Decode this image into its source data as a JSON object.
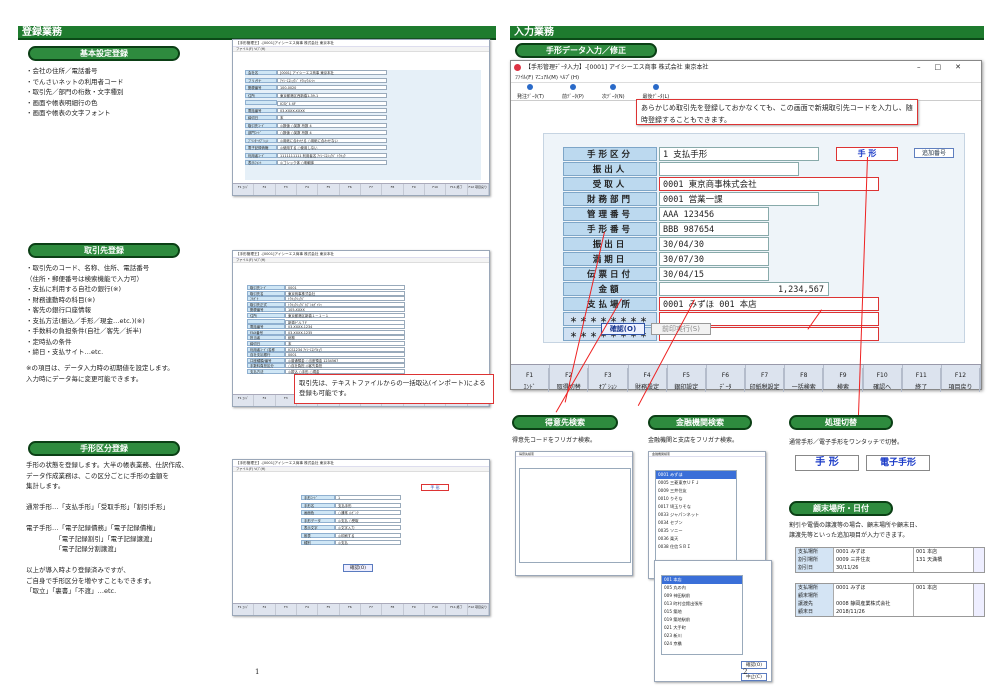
{
  "left": {
    "section_title": "登録業務",
    "kihon": {
      "pill": "基本設定登録",
      "bullets": [
        "・会社の住所／電話番号",
        "・でんさいネットの利用者コード",
        "・取引先／部門の桁数・文字種別",
        "・画面や帳表明細行の色",
        "・画面や帳表の文字フォント"
      ],
      "window_title": "【手形管理王】-[0001]アイシーエス商事  株式会社  東京本社",
      "menu": "ファイル(F)  ﾍﾙﾌﾟ(H)",
      "fields": [
        "会社名",
        "フリガナ",
        "郵便番号",
        "住所",
        "",
        "電話番号",
        "締切日",
        "取引先ｺｰﾄﾞ",
        "部門ｺｰﾄﾞ",
        "ﾌﾟﾘﾝﾀｰｵﾌﾟｼｮﾝ",
        "電子記録債権",
        "利用者ｺｰﾄﾞ",
        "表示ﾌｫﾝﾄ"
      ],
      "values": [
        "[0001] アイシーエス商事  東京本社",
        "ｱｲｼｰｴｽｼｮｳｼﾞ ﾄｳｷｮｳﾎﾝｼｬ",
        "100-0020",
        "東京都港区西新橋1-39-1",
        "ICSﾋﾞﾙ 4F",
        "03-XXXX-XXXX",
        "末",
        "◎数値 ○英数 桁数 4",
        "○数値 ○英数 桁数 4",
        "◎用紙に合わせる ○用紙に合わせない",
        "◎使用する ○使用しない",
        "1111111111 利用者名 ｱｲｼｰｴｽｼｮｳｼﾞ ﾄｳｷｮｳ",
        "◎ゴシック体 ○明朝体"
      ],
      "confirm": "確認(O)"
    },
    "torihiki": {
      "pill": "取引先登録",
      "bullets": [
        "・取引先のコード、名称、住所、電話番号",
        "（住所・郵便番号は検索機能で入力可）",
        "・支払に利用する自社の銀行(※)",
        "・財務連動時の科目(※)",
        "・客先の銀行口座情報",
        "・支払方法(振込／手形／現金…etc.)(※)",
        "・手数料の負担条件(自社／客先／折半)",
        "・定時払の条件",
        "・締日・支払サイト…etc."
      ],
      "note": [
        "※の項目は、データ入力時の初期値を設定します。",
        "入力時にデータ毎に変更可能できます。"
      ],
      "callout": "取引先は、テキストファイルからの一括取込(インポート)による登録も可能です。",
      "fields": [
        "取引先ｺｰﾄﾞ",
        "取引先名",
        "ﾌﾘｶﾞﾅ",
        "取引先正式",
        "郵便番号",
        "住所",
        "",
        "電話番号",
        "FAX番号",
        "担当者",
        "締切日",
        "利用者ｺｰﾄﾞ/名称",
        "自社支払銀行",
        "口座種類/番号",
        "手数料負担区分",
        "支払方法"
      ],
      "values": [
        "0001",
        "東京商事株式会社",
        "ﾄｳｷｮｳｼｮｳｼﾞ",
        "ﾄｳｷｮｳｼｮｳｼﾞｶﾌﾞｼｷｶﾞｲｼｬ",
        "105-XXXX",
        "東京都港区新橋１－１－１",
        "新橋ビル７F",
        "03-XXXX-1234",
        "03-XXXX-1235",
        "総務",
        "末",
        "ICS1234 ｱｲｼｰｴｽﾄｳｷｮｳ",
        "0001",
        "◎普通預金 ○当座預金 1234567",
        "○自社負担 ◎客先負担",
        "◎振込 ○手形 ○現金"
      ]
    },
    "tegata": {
      "pill": "手形区分登録",
      "text": [
        "手形の状態を登録します。大半の帳表業務、仕訳作成、",
        "データ作成業務は、この区分ごとに手形の金額を",
        "集計します。",
        "",
        "通常手形…「支払手形」「受取手形」「割引手形」",
        "",
        "電子手形…「電子記録債務」「電子記録債権」",
        "　　　　　「電子記録割引」「電子記録譲渡」",
        "　　　　　「電子記録分割譲渡」",
        "",
        "以上が導入時より登録済みですが、",
        "ご自身で手形区分を増やすこともできます。",
        "「取立」「裏書」「不渡」…etc."
      ],
      "fields": [
        "手形ｺｰﾄﾞ",
        "手形名",
        "画面色",
        "手形データ",
        "表示文字",
        "帳表",
        "種別"
      ],
      "values": [
        "1",
        "支払手形",
        "○通常 ◎ﾋﾟﾝｸ",
        "◎支払 ○受取",
        "◎文字入力",
        "◎印刷する",
        "◎支払"
      ],
      "badge": "手  形"
    },
    "page_num": "1",
    "fkeys": [
      "F1\nｴﾝﾄﾞ",
      "F2",
      "F3",
      "F4",
      "F5",
      "F6",
      "F7",
      "F8",
      "F9",
      "F10",
      "F11\n終了",
      "F12\n項目戻り"
    ]
  },
  "right": {
    "section_title": "入力業務",
    "pill": "手形データ入力／修正",
    "window": {
      "title": "【手形管理ﾃﾞｰﾀ入力】-[0001] アイシーエス商事  株式会社  東京本社",
      "menu": "ﾌｧｲﾙ(F)  ﾏﾆｭｱﾙ(M)  ﾍﾙﾌﾟ(H)",
      "tools": [
        "発注ﾃﾞｰﾀ(T)",
        "前ﾃﾞｰﾀ(P)",
        "次ﾃﾞｰﾀ(N)",
        "最後ﾃﾞｰﾀ(L)"
      ],
      "tooltip": "あらかじめ取引先を登録しておかなくても、この画面で新規取引先コードを入力し、随時登録することもできます。",
      "rows": [
        {
          "label": "手形区分",
          "value": "1 支払手形"
        },
        {
          "label": "振出人",
          "value": ""
        },
        {
          "label": "受取人",
          "value": "0001      東京商事株式会社"
        },
        {
          "label": "財務部門",
          "value": "0001  営業一課"
        },
        {
          "label": "管理番号",
          "value": "AAA 123456"
        },
        {
          "label": "手形番号",
          "value": "BBB 987654"
        },
        {
          "label": "振出日",
          "value": "30/04/30"
        },
        {
          "label": "満期日",
          "value": "30/07/30"
        },
        {
          "label": "伝票日付",
          "value": "30/04/15"
        },
        {
          "label": "金額",
          "value": "1,234,567"
        },
        {
          "label": "支払場所",
          "value": "0001 みずほ          001 本店"
        },
        {
          "label": "＊＊＊＊＊＊＊＊",
          "value": ""
        },
        {
          "label": "＊＊＊＊＊＊＊＊",
          "value": ""
        }
      ],
      "badge": "手    形",
      "side_btn": "追加番号",
      "confirm": "確認(O)",
      "sign": "前印実行(S)",
      "fkeys": [
        {
          "k": "F1",
          "l": "ｴﾝﾄﾞ"
        },
        {
          "k": "F2",
          "l": "取得切替"
        },
        {
          "k": "F3",
          "l": "ｵﾌﾟｼｮﾝ"
        },
        {
          "k": "F4",
          "l": "財務設定"
        },
        {
          "k": "F5",
          "l": "銀印設定"
        },
        {
          "k": "F6",
          "l": "ﾃﾞｰﾀ"
        },
        {
          "k": "F7",
          "l": "印紙税設定"
        },
        {
          "k": "F8",
          "l": "一括検索"
        },
        {
          "k": "F9",
          "l": "検索"
        },
        {
          "k": "F10",
          "l": "確認へ"
        },
        {
          "k": "F11",
          "l": "終了"
        },
        {
          "k": "F12",
          "l": "項目戻り"
        }
      ]
    },
    "tokui": {
      "pill": "得意先検索",
      "desc": "得意先コードをフリガナ検索。"
    },
    "kinyu": {
      "pill": "金融機関検索",
      "desc": "金融機関と支店をフリガナ検索。",
      "banks": [
        "0001 みずほ",
        "0005 三菱東京ＵＦＪ",
        "0009 三井住友",
        "0010 りそな",
        "0017 埼玉りそな",
        "0033 ジャパンネット",
        "0034 セブン",
        "0035 ソニー",
        "0036 楽天",
        "0038 住信ＳＢＩ"
      ],
      "branches": [
        "001 本店",
        "005 丸の内",
        "009 神田駅前",
        "013 町村会館出張所",
        "015 築地",
        "019 築地駅前",
        "021 大手町",
        "023 新川",
        "024 京橋"
      ],
      "ok": "確認(O)",
      "cancel": "中止(C)"
    },
    "shori": {
      "pill": "処理切替",
      "desc": "通常手形／電子手形をワンタッチで切替。",
      "btn1": "手    形",
      "btn2": "電子手形"
    },
    "kenmu": {
      "pill": "顧末場所・日付",
      "desc": [
        "割引や電債の譲渡等の場合、顧末場所や顧末日、",
        "譲渡先等といった追加項目が入力できます。"
      ],
      "t1": [
        [
          "支払場所",
          "0001 みずほ",
          "001 本店"
        ],
        [
          "割引場所",
          "0009 三井住友",
          "131 天満橋"
        ],
        [
          "割引日",
          "30/11/26",
          ""
        ]
      ],
      "t2": [
        [
          "支払場所",
          "0001 みずほ",
          "001 本店"
        ],
        [
          "顧末場所",
          "",
          ""
        ],
        [
          "譲渡先",
          "0008 静岡産業株式会社",
          ""
        ],
        [
          "顧末日",
          "2018/11/26",
          ""
        ]
      ]
    },
    "page_num": "2"
  }
}
